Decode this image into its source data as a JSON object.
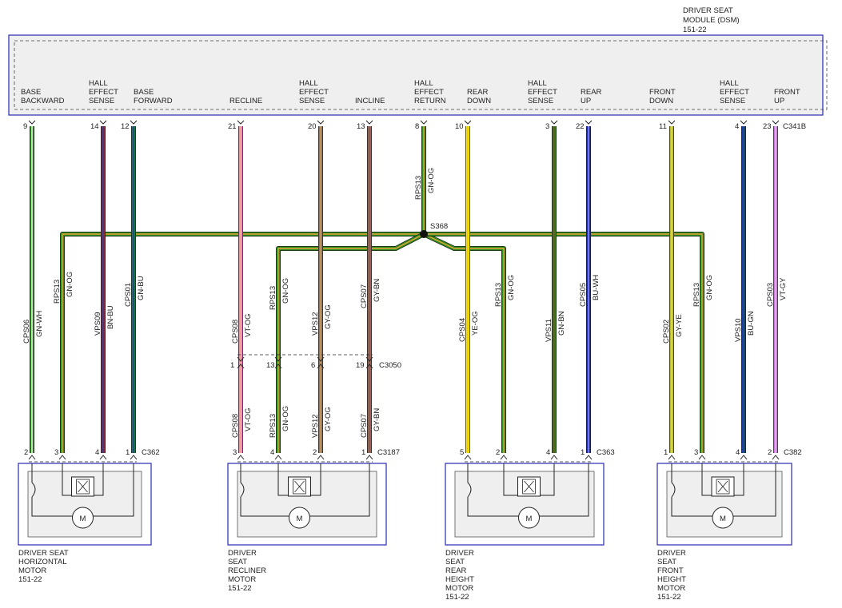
{
  "module": {
    "title_lines": [
      "DRIVER SEAT",
      "MODULE (DSM)",
      "151-22"
    ],
    "connector": "C341B"
  },
  "module_pins": [
    {
      "id": "base_backward",
      "label_lines": [
        "BASE",
        "BACKWARD"
      ],
      "pin": "9"
    },
    {
      "id": "hall_sense_1",
      "label_lines": [
        "HALL",
        "EFFECT",
        "SENSE"
      ],
      "pin": "14"
    },
    {
      "id": "base_forward",
      "label_lines": [
        "BASE",
        "FORWARD"
      ],
      "pin": "12"
    },
    {
      "id": "recline",
      "label_lines": [
        "RECLINE"
      ],
      "pin": "21"
    },
    {
      "id": "hall_sense_2",
      "label_lines": [
        "HALL",
        "EFFECT",
        "SENSE"
      ],
      "pin": "20"
    },
    {
      "id": "incline",
      "label_lines": [
        "INCLINE"
      ],
      "pin": "13"
    },
    {
      "id": "hall_return",
      "label_lines": [
        "HALL",
        "EFFECT",
        "RETURN"
      ],
      "pin": "8"
    },
    {
      "id": "rear_down",
      "label_lines": [
        "REAR",
        "DOWN"
      ],
      "pin": "10"
    },
    {
      "id": "hall_sense_3",
      "label_lines": [
        "HALL",
        "EFFECT",
        "SENSE"
      ],
      "pin": "3"
    },
    {
      "id": "rear_up",
      "label_lines": [
        "REAR",
        "UP"
      ],
      "pin": "22"
    },
    {
      "id": "front_down",
      "label_lines": [
        "FRONT",
        "DOWN"
      ],
      "pin": "11"
    },
    {
      "id": "hall_sense_4",
      "label_lines": [
        "HALL",
        "EFFECT",
        "SENSE"
      ],
      "pin": "4"
    },
    {
      "id": "front_up",
      "label_lines": [
        "FRONT",
        "UP"
      ],
      "pin": "23"
    }
  ],
  "splice": "S368",
  "inline_connector": {
    "name": "C3050",
    "pins": [
      "1",
      "13",
      "6",
      "19"
    ]
  },
  "wires": [
    {
      "circuit": "CPS06",
      "color": "GN-WH"
    },
    {
      "circuit": "RPS13",
      "color": "GN-OG"
    },
    {
      "circuit": "VPS09",
      "color": "BN-BU"
    },
    {
      "circuit": "CPS01",
      "color": "GN-BU"
    },
    {
      "circuit": "CPS08",
      "color": "VT-OG"
    },
    {
      "circuit": "RPS13",
      "color": "GN-OG"
    },
    {
      "circuit": "VPS12",
      "color": "GY-OG"
    },
    {
      "circuit": "CPS07",
      "color": "GY-BN"
    },
    {
      "circuit": "RPS13",
      "color": "GN-OG"
    },
    {
      "circuit": "CPS04",
      "color": "YE-OG"
    },
    {
      "circuit": "RPS13",
      "color": "GN-OG"
    },
    {
      "circuit": "VPS11",
      "color": "GN-BN"
    },
    {
      "circuit": "CPS05",
      "color": "BU-WH"
    },
    {
      "circuit": "CPS02",
      "color": "GY-YE"
    },
    {
      "circuit": "RPS13",
      "color": "GN-OG"
    },
    {
      "circuit": "VPS10",
      "color": "BU-GN"
    },
    {
      "circuit": "CPS03",
      "color": "VT-GY"
    },
    {
      "circuit": "CPS08",
      "color": "VT-OG"
    },
    {
      "circuit": "RPS13",
      "color": "GN-OG"
    },
    {
      "circuit": "VPS12",
      "color": "GY-OG"
    },
    {
      "circuit": "CPS07",
      "color": "GY-BN"
    }
  ],
  "motors": [
    {
      "id": "horizontal",
      "name_lines": [
        "DRIVER SEAT",
        "HORIZONTAL",
        "MOTOR",
        "151-22"
      ],
      "connector": "C362",
      "pins": [
        "2",
        "3",
        "4",
        "1"
      ]
    },
    {
      "id": "recliner",
      "name_lines": [
        "DRIVER",
        "SEAT",
        "RECLINER",
        "MOTOR",
        "151-22"
      ],
      "connector": "C3187",
      "pins": [
        "3",
        "4",
        "2",
        "1"
      ]
    },
    {
      "id": "rear_height",
      "name_lines": [
        "DRIVER",
        "SEAT",
        "REAR",
        "HEIGHT",
        "MOTOR",
        "151-22"
      ],
      "connector": "C363",
      "pins": [
        "5",
        "2",
        "4",
        "1"
      ]
    },
    {
      "id": "front_height",
      "name_lines": [
        "DRIVER",
        "SEAT",
        "FRONT",
        "HEIGHT",
        "MOTOR",
        "151-22"
      ],
      "connector": "C382",
      "pins": [
        "1",
        "3",
        "4",
        "2"
      ]
    }
  ],
  "motor_symbol": "M",
  "colors": {
    "GN-WH": [
      "#2f8f1f",
      "#ffffff"
    ],
    "GN-OG": [
      "#2f8f1f",
      "#e8a23a"
    ],
    "BN-BU": [
      "#8a2a3a",
      "#2f3fa0"
    ],
    "GN-BU": [
      "#1f7a3f",
      "#1f3fa0"
    ],
    "VT-OG": [
      "#ee88cc",
      "#f0b070"
    ],
    "GY-OG": [
      "#8a7a6a",
      "#d89a50"
    ],
    "GY-BN": [
      "#8a6a5a",
      "#a05050"
    ],
    "YE-OG": [
      "#f0e800",
      "#f0c000"
    ],
    "GN-BN": [
      "#3a7a1a",
      "#6a5a2a"
    ],
    "BU-WH": [
      "#1a28c0",
      "#9aa0e0"
    ],
    "GY-YE": [
      "#b8b830",
      "#e0e050"
    ],
    "BU-GN": [
      "#1a3aa8",
      "#1a5a5a"
    ],
    "VT-GY": [
      "#c878d8",
      "#e8b8f0"
    ],
    "module_fill": "#efefef",
    "module_border": "#2a2ab0",
    "motor_border": "#2a2ab0"
  }
}
